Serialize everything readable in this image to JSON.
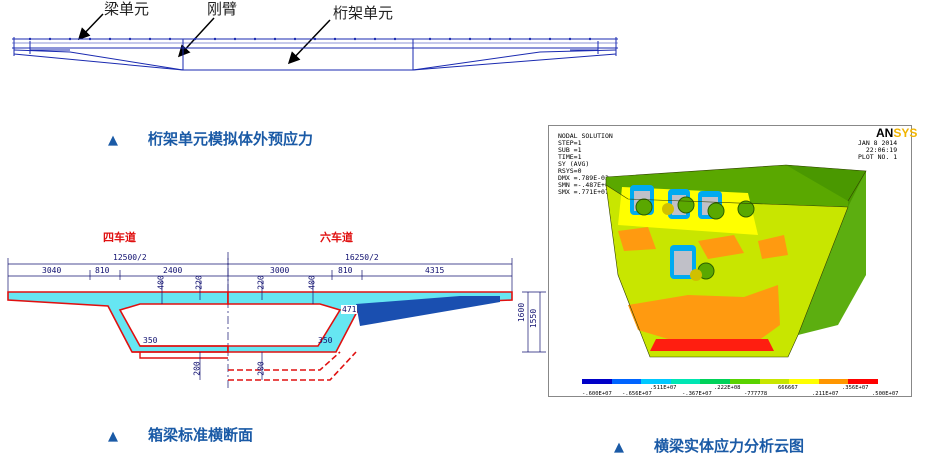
{
  "top_diagram": {
    "labels": {
      "beam": "梁单元",
      "rigid": "刚臂",
      "truss": "桁架单元"
    },
    "caption": "桁架单元模拟体外预应力"
  },
  "cross_section": {
    "caption": "箱梁标准横断面",
    "left_title": "四车道",
    "right_title": "六车道",
    "half_width_left": "12500/2",
    "half_width_right": "16250/2",
    "dims_top": [
      "3040",
      "810",
      "2400",
      "3000",
      "810",
      "4315"
    ],
    "thickness": [
      "400",
      "220",
      "220",
      "400"
    ],
    "web": [
      "350",
      "350"
    ],
    "bottom": [
      "200",
      "200"
    ],
    "haunch": "471",
    "height": [
      "1600",
      "1550"
    ]
  },
  "fea": {
    "caption": "横梁实体应力分析云图",
    "brand": {
      "black": "AN",
      "yellow": "SYS"
    },
    "header": [
      "NODAL SOLUTION",
      "STEP=1",
      "SUB =1",
      "TIME=1",
      "SY       (AVG)",
      "RSYS=0",
      "DMX =.789E-03",
      "SMN =-.487E+08",
      "SMX =.771E+07"
    ],
    "date": "JAN  8 2014",
    "time": "22:06:19",
    "plot_no": "PLOT NO.   1",
    "legend_top": [
      ".511E+07",
      ".222E+08",
      "666667",
      ".356E+07"
    ],
    "legend_bottom": [
      "-.600E+07",
      "-.656E+07",
      "-.367E+07",
      "-777778",
      ".211E+07",
      ".500E+07"
    ],
    "legend_colors": [
      "#0000c8",
      "#0064ff",
      "#00c8ff",
      "#00e6b4",
      "#00d25a",
      "#5ad200",
      "#c8e600",
      "#ffff00",
      "#ff9600",
      "#ff0000"
    ]
  }
}
